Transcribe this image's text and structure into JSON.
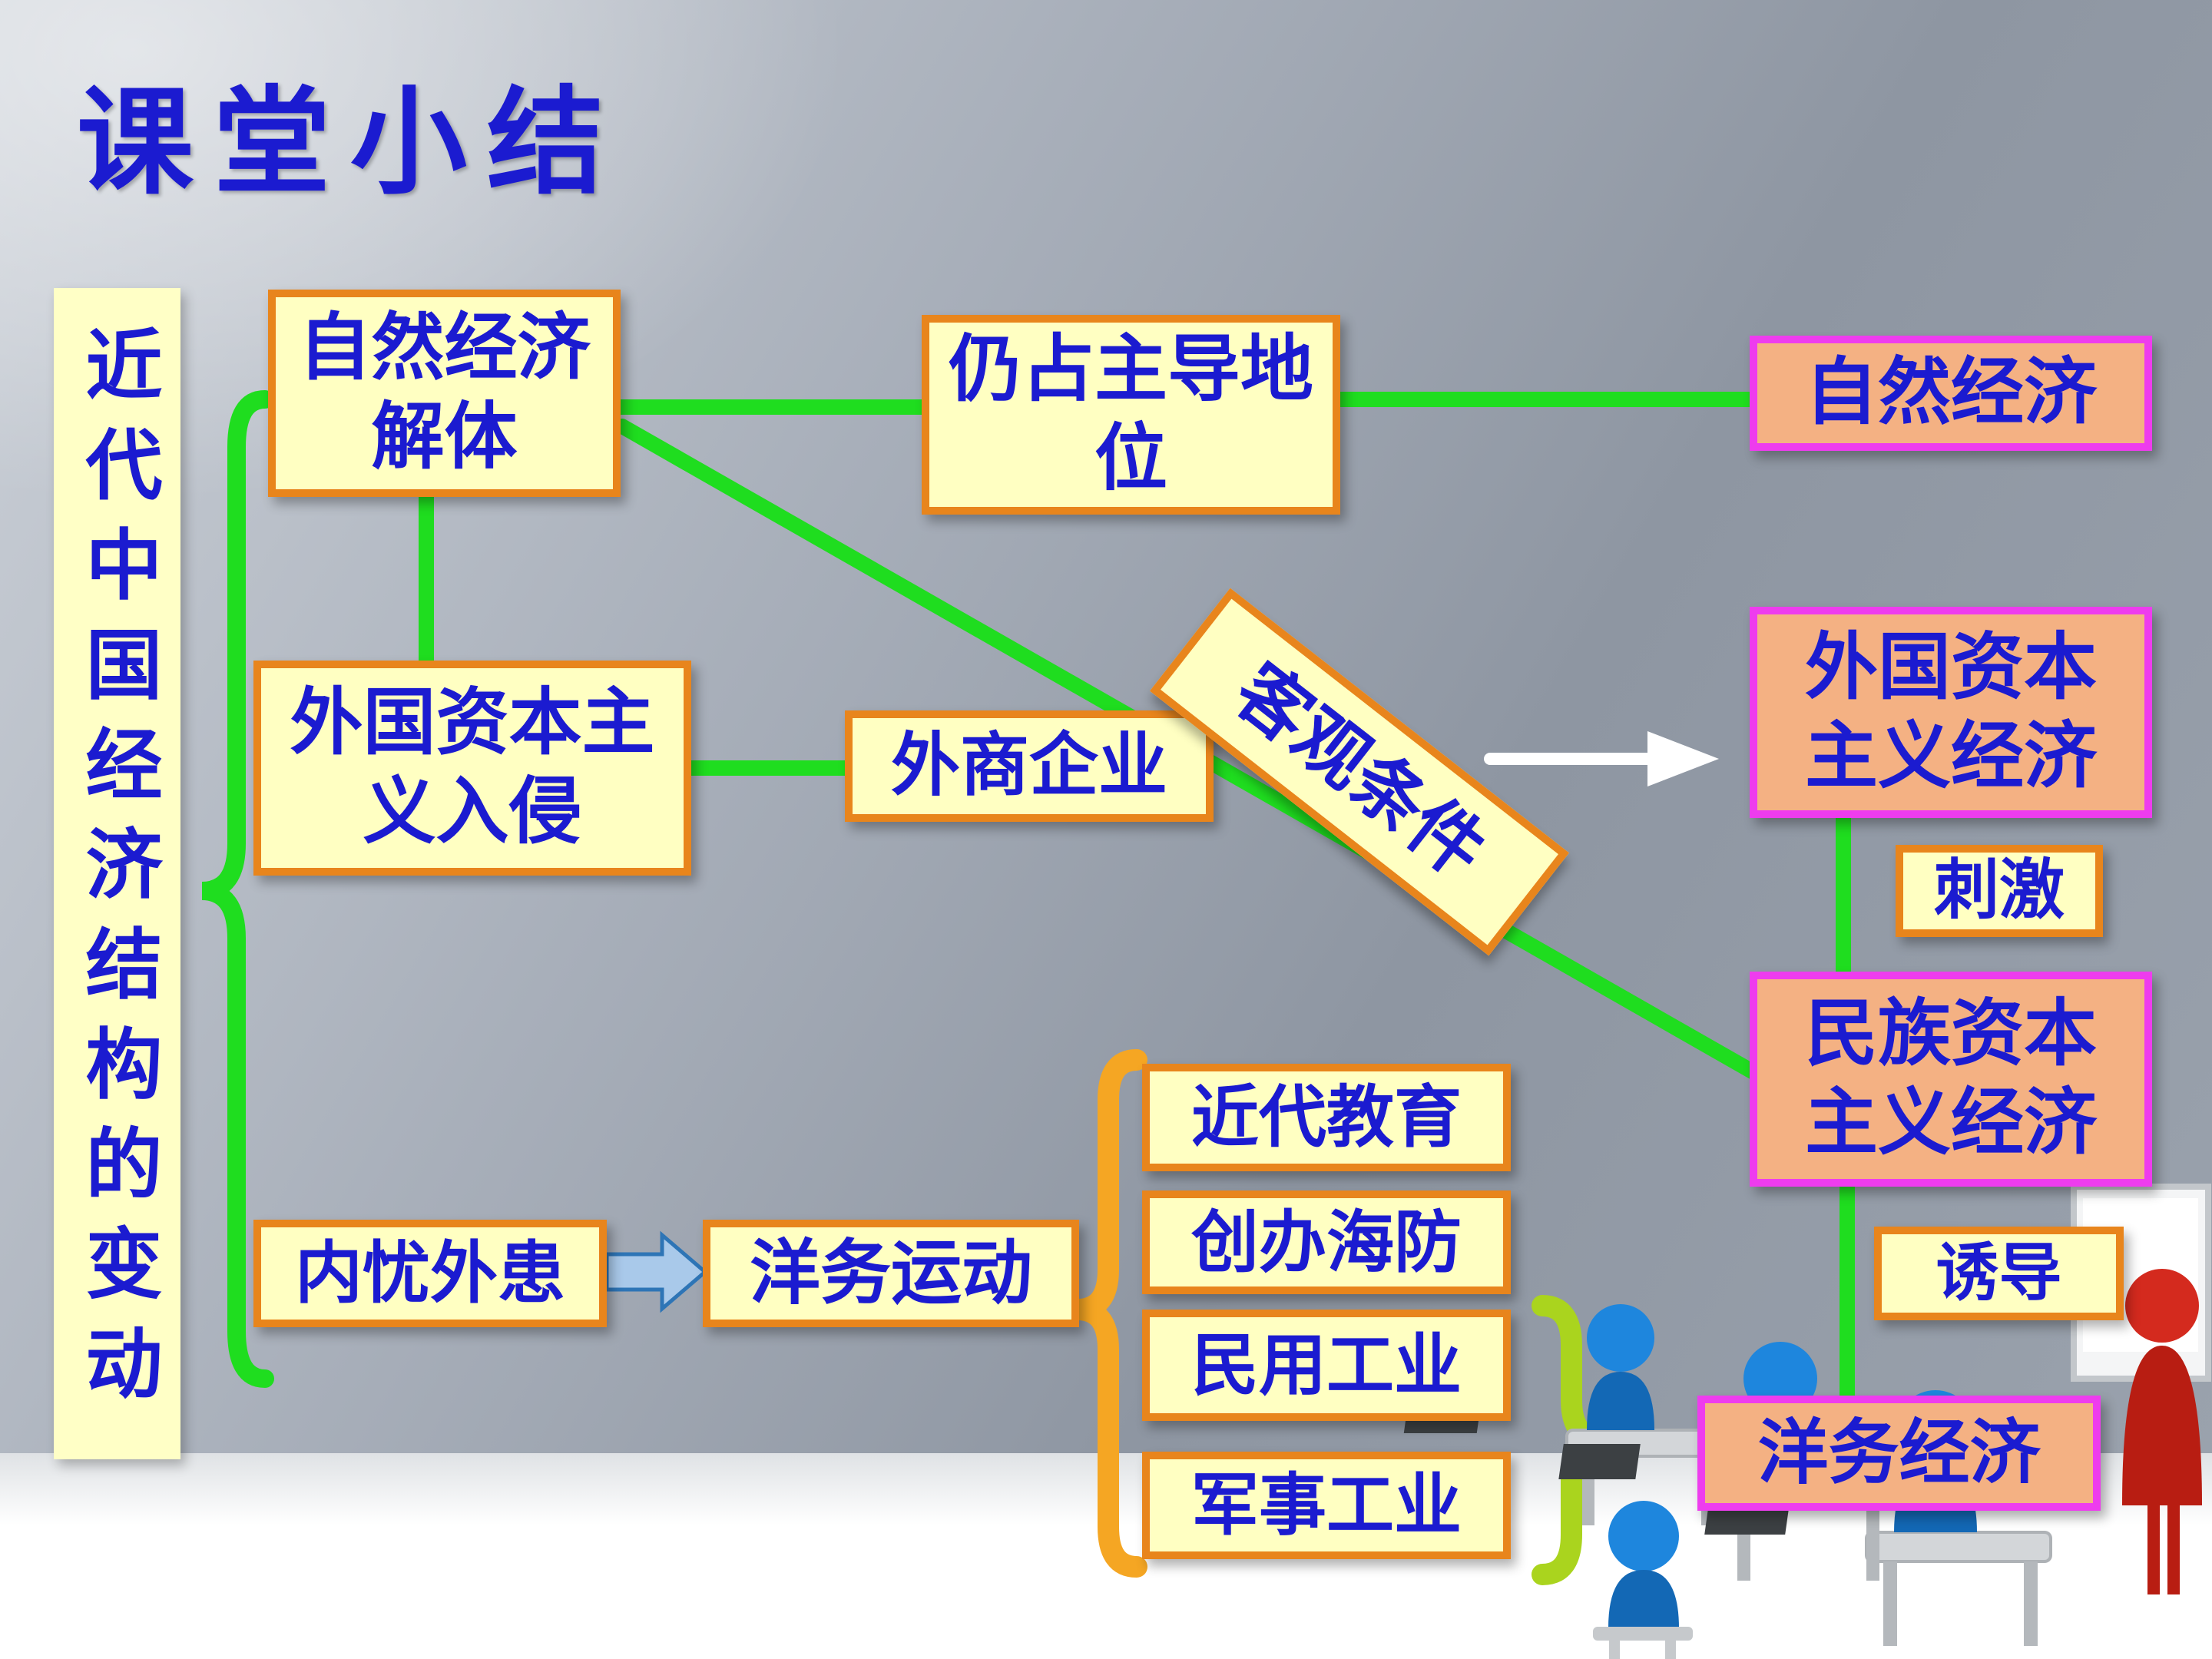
{
  "title": "课堂小结",
  "sidebar_label": "近代中国经济结构的变动",
  "nodes": {
    "natural_decay": "自然经济\n解体",
    "dominant_position": "仍占主导地\n位",
    "natural_economy": "自然经济",
    "foreign_invasion": "外国资本主\n义入侵",
    "foreign_firms": "外商企业",
    "objective_condition": "客观条件",
    "foreign_capitalist_economy": "外国资本\n主义经济",
    "stimulate": "刺激",
    "national_capitalist_economy": "民族资本\n主义经济",
    "internal_external_troubles": "内忧外患",
    "yangwu_movement": "洋务运动",
    "modern_education": "近代教育",
    "naval_defense": "创办海防",
    "civil_industry": "民用工业",
    "military_industry": "军事工业",
    "induce": "诱导",
    "yangwu_economy": "洋务经济"
  },
  "colors": {
    "text_blue": "#1b1bd0",
    "box_yellow": "#ffffc2",
    "box_orange": "#f4b183",
    "border_orange": "#e8851c",
    "border_magenta": "#ee3cee",
    "connector_green": "#1fdd1f",
    "brace_orange": "#f5a623",
    "brace_yellow_green": "#aad41e"
  }
}
